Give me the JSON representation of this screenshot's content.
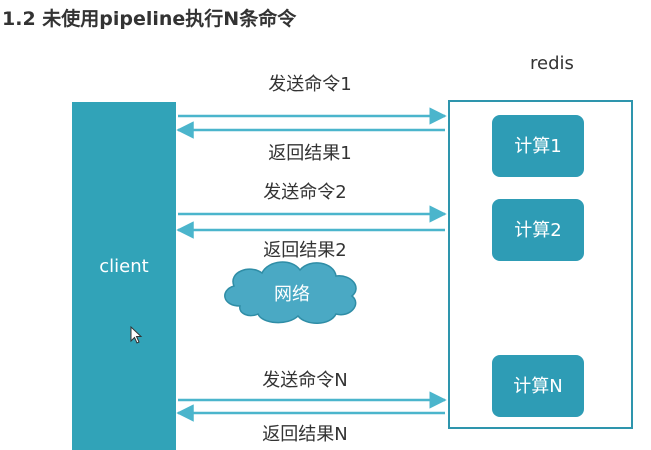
{
  "heading": "1.2 未使用pipeline执行N条命令",
  "colors": {
    "client_fill": "#31a3b8",
    "box_fill": "#2e9cb5",
    "arrow": "#4bb5cc",
    "redis_border": "#2e95ad",
    "cloud_fill": "#4aa9c4"
  },
  "client": {
    "label": "client"
  },
  "redis": {
    "label": "redis"
  },
  "compute_boxes": [
    {
      "label": "计算1"
    },
    {
      "label": "计算2"
    },
    {
      "label": "计算N"
    }
  ],
  "cloud": {
    "label": "网络"
  },
  "exchanges": [
    {
      "send": "发送命令1",
      "receive": "返回结果1"
    },
    {
      "send": "发送命令2",
      "receive": "返回结果2"
    },
    {
      "send": "发送命令N",
      "receive": "返回结果N"
    }
  ]
}
